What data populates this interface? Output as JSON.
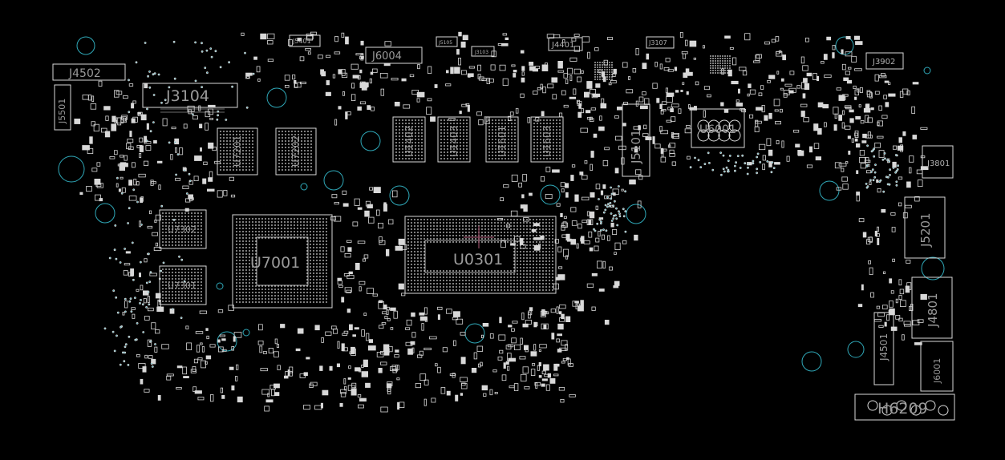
{
  "colors": {
    "background": "#000000",
    "outline": "#d8d8d8",
    "label": "#9a9a9a",
    "hole": "#2fa8b8",
    "crosshair": "#b05a78"
  },
  "labels": {
    "J4502": "J4502",
    "J5501": "J5501",
    "J3104": "J3104",
    "J5401": "J5401",
    "J6004": "J6004",
    "J5105": "J5105",
    "J3103": "J3103",
    "J4401": "J4401",
    "J3107": "J3107",
    "J3902": "J3902",
    "J5101": "J5101",
    "U6001": "U6001",
    "J3801": "J3801",
    "U7201": "U7201",
    "U7202": "U7202",
    "U1402": "U1402",
    "U1403": "U1403",
    "U1601": "U1601",
    "U1603": "U1603",
    "U7302": "U7302",
    "U7001": "U7001",
    "U0301": "U0301",
    "U7301": "U7301",
    "J5201": "J5201",
    "J4801": "J4801",
    "J4501": "J4501",
    "J6001": "J6001",
    "H6209": "H6209"
  }
}
